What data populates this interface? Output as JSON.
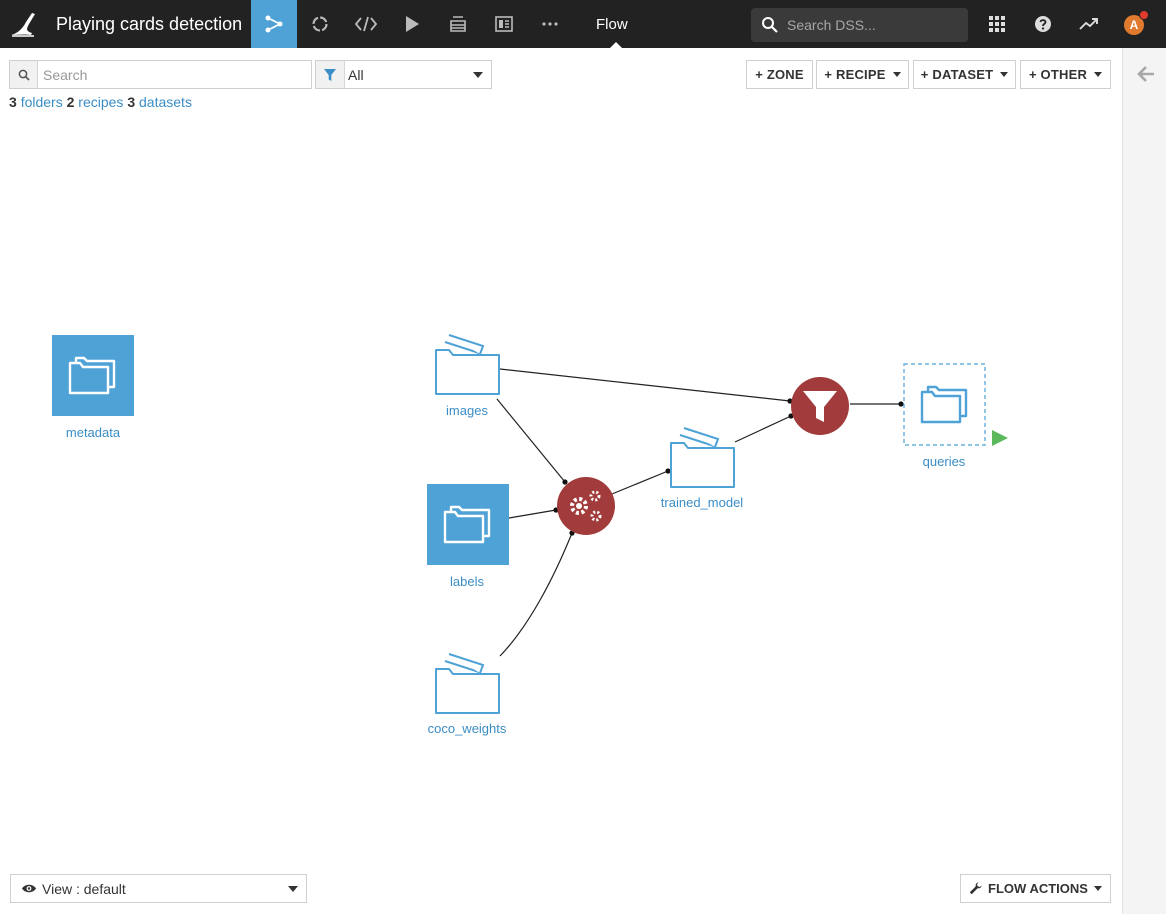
{
  "topbar": {
    "project_title": "Playing cards detection",
    "active_section": "Flow",
    "search_placeholder": "Search DSS...",
    "avatar_initial": "A",
    "nav_icons": [
      "flow-icon",
      "lifecycle-icon",
      "code-icon",
      "run-icon",
      "stack-icon",
      "dashboard-icon",
      "more-icon"
    ],
    "right_icons": [
      "apps-grid-icon",
      "help-icon",
      "activity-trend-icon"
    ]
  },
  "filter": {
    "search_placeholder": "Search",
    "type_value": "All"
  },
  "summary": {
    "folders_count": "3",
    "folders_label": "folders",
    "recipes_count": "2",
    "recipes_label": "recipes",
    "datasets_count": "3",
    "datasets_label": "datasets"
  },
  "actions": {
    "zone": "+ ZONE",
    "recipe": "+ RECIPE",
    "dataset": "+ DATASET",
    "other": "+ OTHER"
  },
  "flow": {
    "nodes": {
      "metadata": "metadata",
      "images": "images",
      "labels": "labels",
      "coco_weights": "coco_weights",
      "trained_model": "trained_model",
      "queries": "queries"
    },
    "recipes": [
      "python-recipe-gears-icon",
      "filter-recipe-funnel-icon"
    ]
  },
  "bottom": {
    "view_label": "View : default",
    "flow_actions": "FLOW ACTIONS"
  },
  "colors": {
    "topbar": "#222222",
    "active_nav": "#4ea2d6",
    "folder_blue": "#4ea2d6",
    "recipe_red": "#a23b3b",
    "link_blue": "#3b8dc6",
    "run_green": "#5cb85c"
  }
}
